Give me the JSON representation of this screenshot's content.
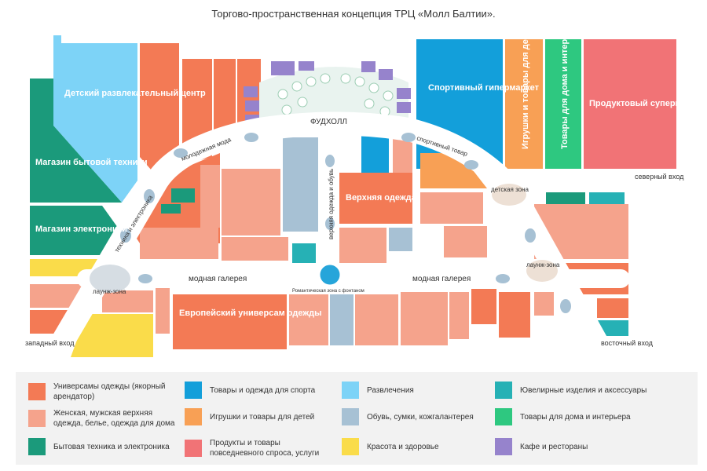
{
  "title": "Торгово-пространственная концепция ТРЦ «Молл Балтии».",
  "map": {
    "zones": {
      "kids_entertainment": "Детский развлекательный центр",
      "appliances": "Магазин бытовой техники",
      "electronics": "Магазин электроники",
      "sport_hyper": "Спортивный гипермаркет",
      "toys": "Игрушки и товары для детей",
      "home_goods": "Товары для дома и интерьера",
      "grocery": "Продуктовый супермаркет",
      "outerwear": "Верхняя одежда",
      "euro_dept": "Европейский универсам одежды"
    },
    "corridors": {
      "foodcourt": "ФУДХОЛЛ",
      "youth_fashion": "молодежная мода",
      "sport_gallery": "спортивный товар",
      "tech": "техника и электроника",
      "clothes_shoes": "верхняя одежда и обувь",
      "fashion_gallery_left": "модная галерея",
      "fashion_gallery_right": "модная галерея",
      "romantic_zone": "Романтическая зона с фонтаном",
      "kids_zone": "детская зона",
      "lounge_left": "лаунж-зона",
      "lounge_right": "лаунж-зона"
    },
    "entrances": {
      "north": "северный вход",
      "west": "западный вход",
      "east": "восточный вход"
    }
  },
  "legend": [
    {
      "label": "Универсамы одежды (якорный арендатор)",
      "color": "#f37a55"
    },
    {
      "label": "Товары и одежда для спорта",
      "color": "#139fda"
    },
    {
      "label": "Развлечения",
      "color": "#7dd3f7"
    },
    {
      "label": "Ювелирные изделия и аксессуары",
      "color": "#26b1b5"
    },
    {
      "label": "Женская, мужская верхняя одежда, белье, одежда для дома",
      "color": "#f5a38c"
    },
    {
      "label": "Игрушки и товары для детей",
      "color": "#f8a055"
    },
    {
      "label": "Обувь, сумки, кожгалантерея",
      "color": "#a7c1d4"
    },
    {
      "label": "Товары для дома и интерьера",
      "color": "#2ec880"
    },
    {
      "label": "Бытовая техника и электроника",
      "color": "#1b9a7b"
    },
    {
      "label": "Продукты и товары повседневного спроса, услуги",
      "color": "#f17376"
    },
    {
      "label": "Красота и здоровье",
      "color": "#fadc4a"
    },
    {
      "label": "Кафе и рестораны",
      "color": "#9683cc"
    }
  ]
}
